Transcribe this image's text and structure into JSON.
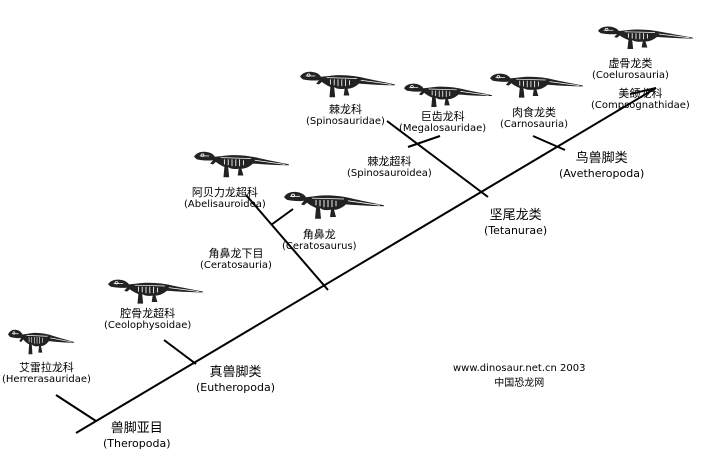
{
  "clades": {
    "theropoda": {
      "zh": "兽脚亚目",
      "la": "(Theropoda)"
    },
    "eutheropoda": {
      "zh": "真兽脚类",
      "la": "(Eutheropoda)"
    },
    "herrerasauridae": {
      "zh": "艾雷拉龙科",
      "la": "(Herrerasauridae)"
    },
    "ceolophysoidae": {
      "zh": "腔骨龙超科",
      "la": "(Ceolophysoidae)"
    },
    "ceratosauria": {
      "zh": "角鼻龙下目",
      "la": "(Ceratosauria)"
    },
    "abelisauroidea": {
      "zh": "阿贝力龙超科",
      "la": "(Abelisauroidea)"
    },
    "ceratosaurus": {
      "zh": "角鼻龙",
      "la": "(Ceratosaurus)"
    },
    "tetanurae": {
      "zh": "坚尾龙类",
      "la": "(Tetanurae)"
    },
    "spinosauroidea": {
      "zh": "棘龙超科",
      "la": "(Spinosauroidea)"
    },
    "spinosauridae": {
      "zh": "棘龙科",
      "la": "(Spinosauridae)"
    },
    "megalosauridae": {
      "zh": "巨齿龙科",
      "la": "(Megalosauridae)"
    },
    "avetheropoda": {
      "zh": "鸟兽脚类",
      "la": "(Avetheropoda)"
    },
    "carnosauria": {
      "zh": "肉食龙类",
      "la": "(Carnosauria)"
    },
    "coelurosauria": {
      "zh": "虚骨龙类",
      "la": "(Coelurosauria)"
    },
    "compsognathidae": {
      "zh": "美颌龙科",
      "la": "(Compsognathidae)"
    }
  },
  "credit": {
    "site": "www.dinosaur.net.cn 2003",
    "org": "中国恐龙网"
  },
  "colors": {
    "line": "#000000",
    "skeleton": "#222222",
    "background": "#ffffff"
  }
}
